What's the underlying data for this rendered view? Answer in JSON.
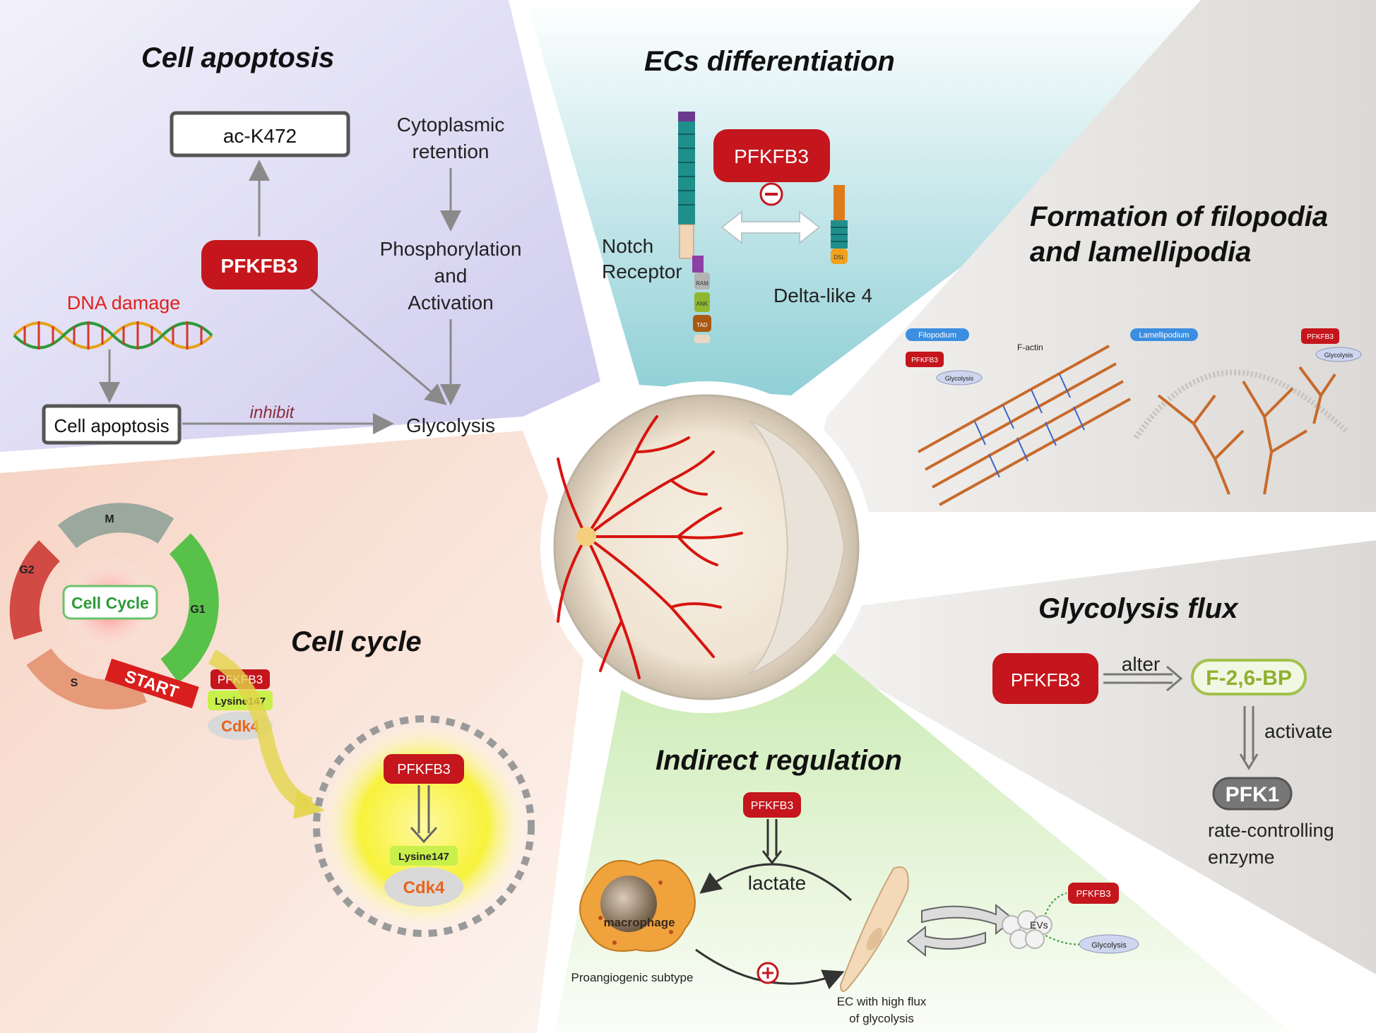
{
  "panels": {
    "apoptosis": {
      "title": "Cell apoptosis",
      "ac_k472": "ac-K472",
      "pfkfb3": "PFKFB3",
      "cytoplasmic": [
        "Cytoplasmic",
        "retention"
      ],
      "phosphorylation": [
        "Phosphorylation",
        "and",
        "Activation"
      ],
      "dna_damage": "DNA damage",
      "cell_apoptosis": "Cell apoptosis",
      "inhibit": "inhibit",
      "glycolysis": "Glycolysis"
    },
    "ecs": {
      "title": "ECs differentiation",
      "pfkfb3": "PFKFB3",
      "notch": [
        "Notch",
        "Receptor"
      ],
      "delta": "Delta-like 4",
      "dsl": "DSL",
      "ram": "RAM",
      "ank": "ANK",
      "tad": "TAD"
    },
    "filopodia": {
      "title": [
        "Formation of filopodia",
        "and lamellipodia"
      ],
      "filopodium": "Filopodium",
      "lamellipodium": "Lamellipodium",
      "pfkfb3": "PFKFB3",
      "f_actin": "F-actin",
      "glycolysis": "Glycolysis"
    },
    "cell_cycle": {
      "title": "Cell cycle",
      "center": "Cell Cycle",
      "phases": {
        "m": "M",
        "g1": "G1",
        "g2": "G2",
        "s": "S"
      },
      "start": "START",
      "pfkfb3": "PFKFB3",
      "lysine": "Lysine147",
      "cdk4": "Cdk4"
    },
    "glycolysis_flux": {
      "title": "Glycolysis flux",
      "pfkfb3": "PFKFB3",
      "alter": "alter",
      "f26bp": "F-2,6-BP",
      "activate": "activate",
      "pfk1": "PFK1",
      "enzyme": [
        "rate-controlling",
        "enzyme"
      ]
    },
    "indirect": {
      "title": "Indirect regulation",
      "pfkfb3": "PFKFB3",
      "lactate": "lactate",
      "macrophage": "macrophage",
      "subtype": "Proangiogenic subtype",
      "ec": [
        "EC with high flux",
        "of glycolysis"
      ],
      "evs": "EVs",
      "glycolysis": "Glycolysis"
    }
  },
  "colors": {
    "accent_red": "#c4161c",
    "apoptosis_bg": "#d9d6f0",
    "ecs_bg": "#a9d9df",
    "filopodia_bg": "#e5e3e1",
    "cycle_bg": "#f3d2c2",
    "indirect_bg": "#d8f0c4",
    "flux_bg": "#e5e3e1",
    "f26bp": "#8fb030"
  }
}
